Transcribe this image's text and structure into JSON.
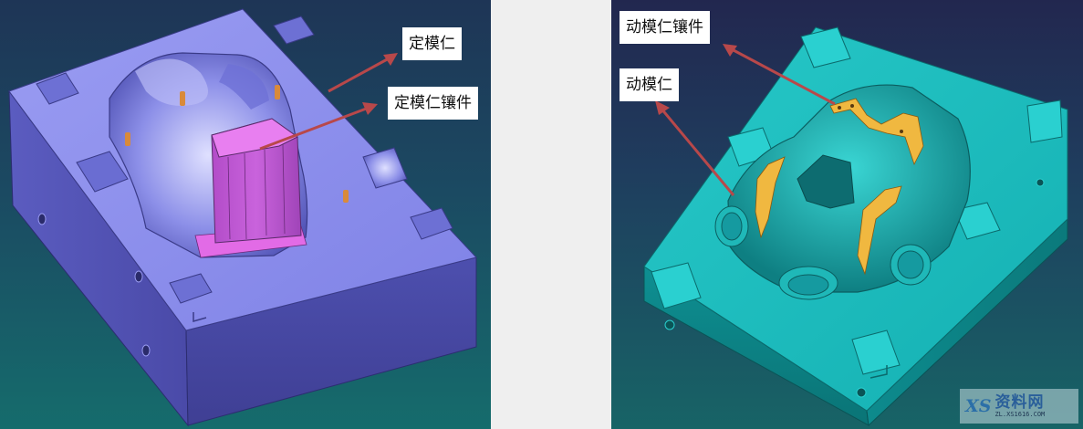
{
  "left_panel": {
    "subject": "fixed-mold-core-plate",
    "color": "#7a7ee0",
    "labels": [
      {
        "text": "定模仁"
      },
      {
        "text": "定模仁镶件"
      }
    ]
  },
  "right_panel": {
    "subject": "moving-mold-core-plate",
    "color": "#1fc2c2",
    "insert_color": "#f0b840",
    "labels": [
      {
        "text": "动模仁镶件"
      },
      {
        "text": "动模仁"
      }
    ]
  },
  "arrow_color": "#b8484a",
  "watermark": {
    "logo": "XS",
    "name": "资料网",
    "url": "ZL.XS1616.COM"
  }
}
